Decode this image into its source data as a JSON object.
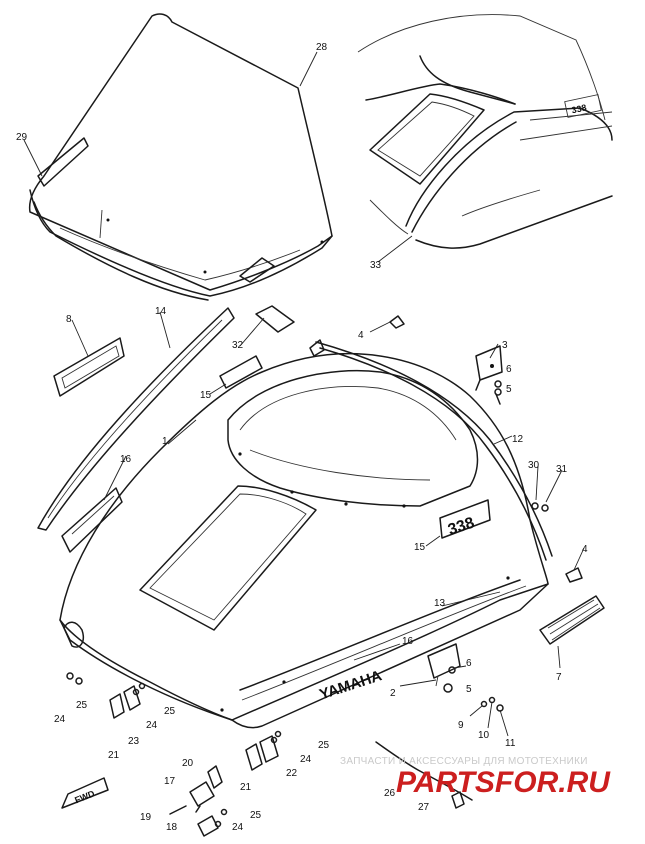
{
  "decals": {
    "yamaha": "YAMAHA",
    "model": "338",
    "front_model": "338",
    "fwd": "FWD"
  },
  "watermark": {
    "tagline": "ЗАПЧАСТИ И АКСЕССУАРЫ ДЛЯ МОТОТЕХНИКИ",
    "site": "PARTSFOR.RU"
  },
  "callouts": [
    {
      "id": "c1",
      "text": "1"
    },
    {
      "id": "c2",
      "text": "2"
    },
    {
      "id": "c3",
      "text": "3"
    },
    {
      "id": "c4",
      "text": "4"
    },
    {
      "id": "c4b",
      "text": "4"
    },
    {
      "id": "c5",
      "text": "5"
    },
    {
      "id": "c5b",
      "text": "5"
    },
    {
      "id": "c6",
      "text": "6"
    },
    {
      "id": "c6b",
      "text": "6"
    },
    {
      "id": "c7",
      "text": "7"
    },
    {
      "id": "c8",
      "text": "8"
    },
    {
      "id": "c9",
      "text": "9"
    },
    {
      "id": "c10",
      "text": "10"
    },
    {
      "id": "c11",
      "text": "11"
    },
    {
      "id": "c12",
      "text": "12"
    },
    {
      "id": "c13",
      "text": "13"
    },
    {
      "id": "c14",
      "text": "14"
    },
    {
      "id": "c15",
      "text": "15"
    },
    {
      "id": "c15b",
      "text": "15"
    },
    {
      "id": "c16",
      "text": "16"
    },
    {
      "id": "c16b",
      "text": "16"
    },
    {
      "id": "c17",
      "text": "17"
    },
    {
      "id": "c18",
      "text": "18"
    },
    {
      "id": "c19",
      "text": "19"
    },
    {
      "id": "c20",
      "text": "20"
    },
    {
      "id": "c21",
      "text": "21"
    },
    {
      "id": "c21b",
      "text": "21"
    },
    {
      "id": "c22",
      "text": "22"
    },
    {
      "id": "c23",
      "text": "23"
    },
    {
      "id": "c24",
      "text": "24"
    },
    {
      "id": "c24b",
      "text": "24"
    },
    {
      "id": "c24c",
      "text": "24"
    },
    {
      "id": "c24d",
      "text": "24"
    },
    {
      "id": "c25",
      "text": "25"
    },
    {
      "id": "c25b",
      "text": "25"
    },
    {
      "id": "c25c",
      "text": "25"
    },
    {
      "id": "c25d",
      "text": "25"
    },
    {
      "id": "c26",
      "text": "26"
    },
    {
      "id": "c27",
      "text": "27"
    },
    {
      "id": "c28",
      "text": "28"
    },
    {
      "id": "c29",
      "text": "29"
    },
    {
      "id": "c30",
      "text": "30"
    },
    {
      "id": "c31",
      "text": "31"
    },
    {
      "id": "c32",
      "text": "32"
    },
    {
      "id": "c33",
      "text": "33"
    }
  ]
}
